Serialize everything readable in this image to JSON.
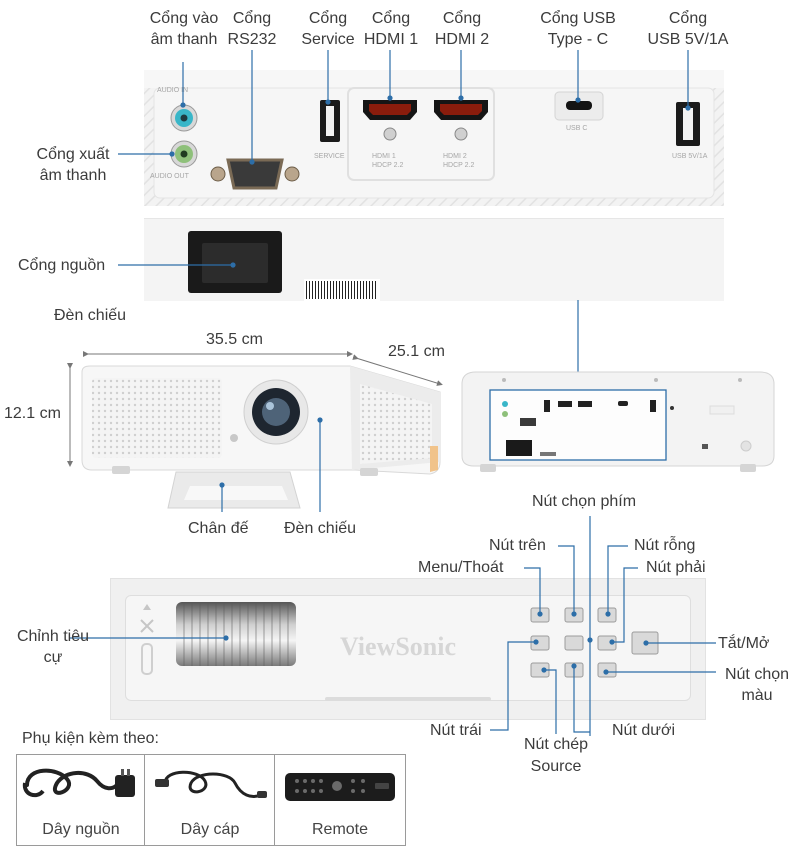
{
  "ports": {
    "audio_in": "Cổng vào\nâm thanh",
    "rs232": "Cổng\nRS232",
    "service": "Cổng\nService",
    "hdmi1": "Cổng\nHDMI 1",
    "hdmi2": "Cổng\nHDMI 2",
    "usbc": "Cổng USB\nType - C",
    "usb5v": "Cổng\nUSB 5V/1A",
    "audio_out": "Cổng xuất\nâm thanh",
    "power": "Cổng nguồn"
  },
  "panel_markings": {
    "audio_in": "AUDIO IN",
    "audio_out": "AUDIO OUT",
    "service": "SERVICE",
    "hdmi1": "HDMI 1\nHDCP 2.2",
    "hdmi2": "HDMI 2\nHDCP 2.2",
    "usbc": "USB C",
    "usb5v": "USB 5V/1A"
  },
  "projector": {
    "title": "Đèn chiếu",
    "width": "35.5 cm",
    "depth": "25.1 cm",
    "height": "12.1 cm",
    "stand": "Chân đế",
    "lens": "Đèn chiếu"
  },
  "buttons": {
    "select_key": "Nút chọn phím",
    "up": "Nút trên",
    "menu": "Menu/Thoát",
    "blank": "Nút rỗng",
    "right": "Nút phải",
    "power": "Tắt/Mở",
    "color": "Nút chọn\nmàu",
    "left": "Nút trái",
    "source": "Nút chép\nSource",
    "down": "Nút dưới",
    "focus": "Chỉnh tiêu\ncự"
  },
  "brand": "ViewSonic",
  "accessories": {
    "title": "Phụ kiện kèm theo:",
    "items": [
      "Dây nguồn",
      "Dây cáp",
      "Remote"
    ]
  }
}
